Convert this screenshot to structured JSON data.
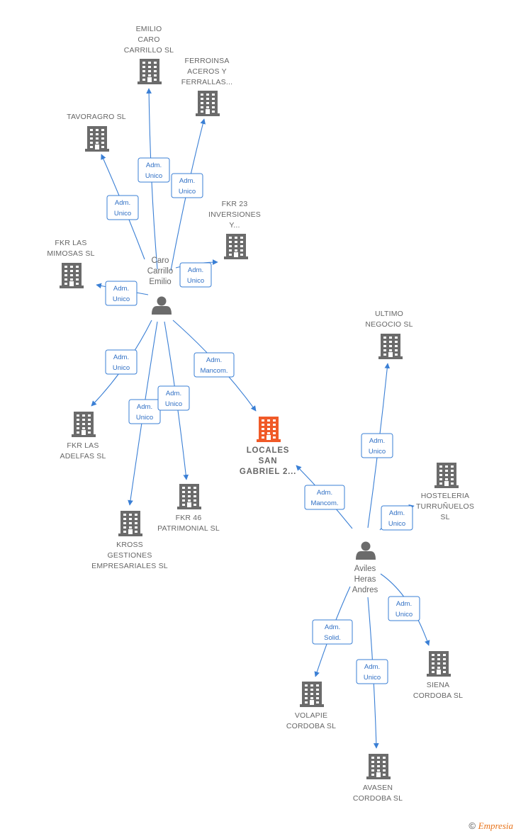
{
  "nodes": [
    {
      "id": "emilio",
      "type": "company",
      "lines": [
        "EMILIO",
        "CARO",
        "CARRILLO SL"
      ]
    },
    {
      "id": "ferroinsa",
      "type": "company",
      "lines": [
        "FERROINSA",
        "ACEROS Y",
        "FERRALLAS..."
      ]
    },
    {
      "id": "tavoragro",
      "type": "company",
      "lines": [
        "TAVORAGRO SL"
      ]
    },
    {
      "id": "fkr23",
      "type": "company",
      "lines": [
        "FKR 23",
        "INVERSIONES",
        "Y..."
      ]
    },
    {
      "id": "mimosas",
      "type": "company",
      "lines": [
        "FKR LAS",
        "MIMOSAS  SL"
      ]
    },
    {
      "id": "caro",
      "type": "person",
      "lines": [
        "Caro",
        "Carrillo",
        "Emilio"
      ]
    },
    {
      "id": "ultimo",
      "type": "company",
      "lines": [
        "ULTIMO",
        "NEGOCIO  SL"
      ]
    },
    {
      "id": "adelfas",
      "type": "company",
      "lines": [
        "FKR LAS",
        "ADELFAS  SL"
      ]
    },
    {
      "id": "locales",
      "type": "company",
      "main": true,
      "lines": [
        "LOCALES",
        "SAN",
        "GABRIEL 2..."
      ]
    },
    {
      "id": "hosteleria",
      "type": "company",
      "lines": [
        "HOSTELERIA",
        "TURRUÑUELOS",
        "SL"
      ]
    },
    {
      "id": "fkr46",
      "type": "company",
      "lines": [
        "FKR 46",
        "PATRIMONIAL SL"
      ]
    },
    {
      "id": "kross",
      "type": "company",
      "lines": [
        "KROSS",
        "GESTIONES",
        "EMPRESARIALES SL"
      ]
    },
    {
      "id": "aviles",
      "type": "person",
      "lines": [
        "Aviles",
        "Heras",
        "Andres"
      ]
    },
    {
      "id": "siena",
      "type": "company",
      "lines": [
        "SIENA",
        "CORDOBA  SL"
      ]
    },
    {
      "id": "volapie",
      "type": "company",
      "lines": [
        "VOLAPIE",
        "CORDOBA SL"
      ]
    },
    {
      "id": "avasen",
      "type": "company",
      "lines": [
        "AVASEN",
        "CORDOBA SL"
      ]
    }
  ],
  "edges": [
    {
      "from": "caro",
      "to": "emilio",
      "role": [
        "Adm.",
        "Unico"
      ]
    },
    {
      "from": "caro",
      "to": "ferroinsa",
      "role": [
        "Adm.",
        "Unico"
      ]
    },
    {
      "from": "caro",
      "to": "tavoragro",
      "role": [
        "Adm.",
        "Unico"
      ]
    },
    {
      "from": "caro",
      "to": "fkr23",
      "role": [
        "Adm.",
        "Unico"
      ]
    },
    {
      "from": "caro",
      "to": "mimosas",
      "role": [
        "Adm.",
        "Unico"
      ]
    },
    {
      "from": "caro",
      "to": "adelfas",
      "role": [
        "Adm.",
        "Unico"
      ]
    },
    {
      "from": "caro",
      "to": "kross",
      "role": [
        "Adm.",
        "Unico"
      ]
    },
    {
      "from": "caro",
      "to": "fkr46",
      "role": [
        "Adm.",
        "Unico"
      ]
    },
    {
      "from": "caro",
      "to": "locales",
      "role": [
        "Adm.",
        "Mancom."
      ]
    },
    {
      "from": "aviles",
      "to": "locales",
      "role": [
        "Adm.",
        "Mancom."
      ]
    },
    {
      "from": "aviles",
      "to": "ultimo",
      "role": [
        "Adm.",
        "Unico"
      ]
    },
    {
      "from": "aviles",
      "to": "hosteleria",
      "role": [
        "Adm.",
        "Unico"
      ]
    },
    {
      "from": "aviles",
      "to": "volapie",
      "role": [
        "Adm.",
        "Solid."
      ]
    },
    {
      "from": "aviles",
      "to": "avasen",
      "role": [
        "Adm.",
        "Unico"
      ]
    },
    {
      "from": "aviles",
      "to": "siena",
      "role": [
        "Adm.",
        "Unico"
      ]
    }
  ],
  "colors": {
    "edge": "#3a7fd5",
    "node_icon": "#6b6b6b",
    "main_node_icon": "#f05a28",
    "label": "#666666",
    "brand": "#e8731a"
  },
  "icons": {
    "company": "building-icon",
    "person": "person-icon"
  },
  "footer": {
    "copyright": "©",
    "brand": "Empresia"
  }
}
